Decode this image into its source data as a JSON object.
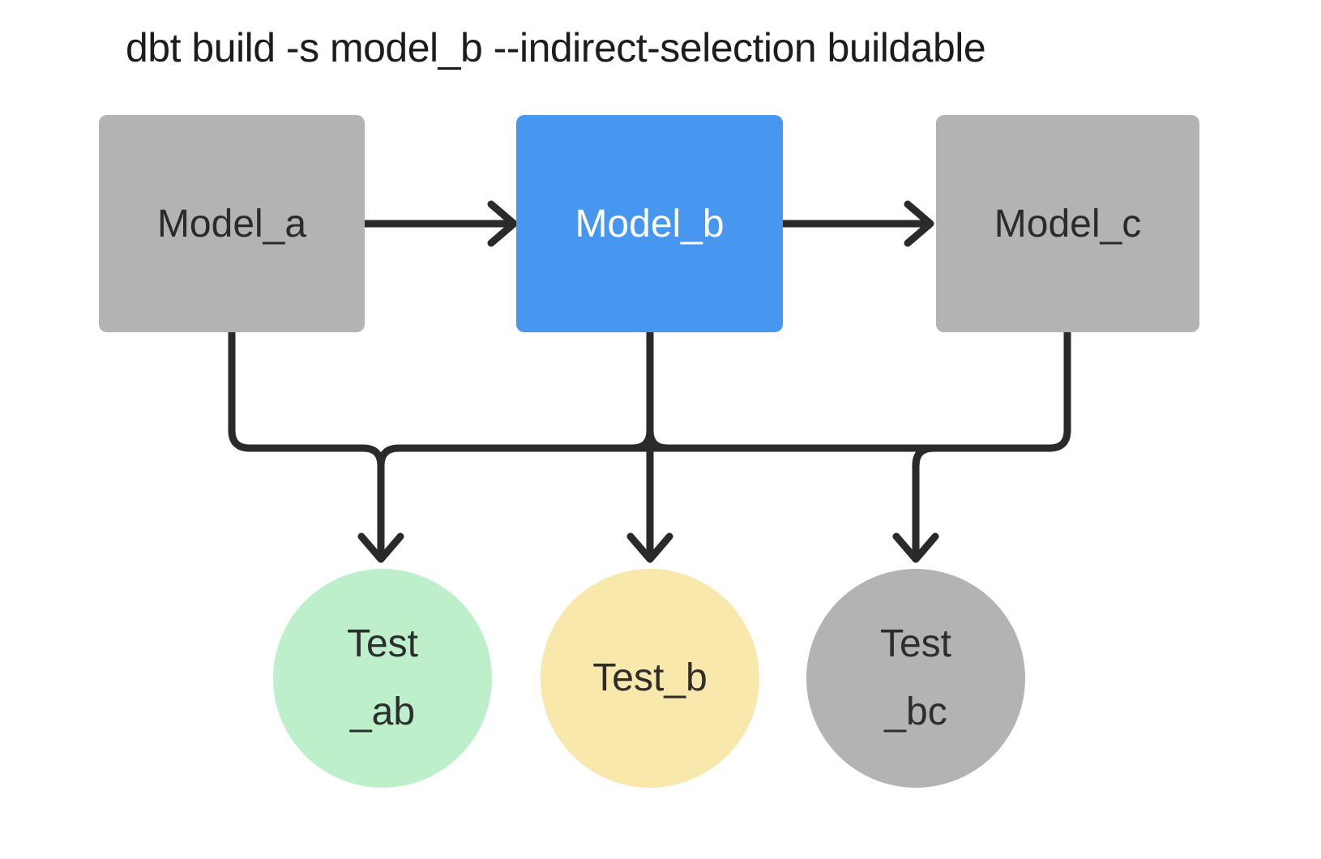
{
  "title": "dbt build -s model_b --indirect-selection buildable",
  "diagram": {
    "type": "dag",
    "models": [
      {
        "id": "model_a",
        "label": "Model_a",
        "fill": "#b3b3b3",
        "text_color": "#2b2b2b",
        "selected": false
      },
      {
        "id": "model_b",
        "label": "Model_b",
        "fill": "#4796f0",
        "text_color": "#ffffff",
        "selected": true
      },
      {
        "id": "model_c",
        "label": "Model_c",
        "fill": "#b3b3b3",
        "text_color": "#2b2b2b",
        "selected": false
      }
    ],
    "tests": [
      {
        "id": "test_ab",
        "lines": [
          "Test",
          "_ab"
        ],
        "fill": "#bdf0ca"
      },
      {
        "id": "test_b",
        "lines": [
          "Test_b"
        ],
        "fill": "#f9e8ab"
      },
      {
        "id": "test_bc",
        "lines": [
          "Test",
          "_bc"
        ],
        "fill": "#b3b3b3"
      }
    ],
    "edges": [
      {
        "from": "model_a",
        "to": "model_b"
      },
      {
        "from": "model_b",
        "to": "model_c"
      },
      {
        "from": "model_a",
        "to": "test_ab"
      },
      {
        "from": "model_b",
        "to": "test_ab"
      },
      {
        "from": "model_b",
        "to": "test_b"
      },
      {
        "from": "model_b",
        "to": "test_bc"
      },
      {
        "from": "model_c",
        "to": "test_bc"
      }
    ],
    "edge_color": "#2a2a2a",
    "background": "#ffffff"
  }
}
